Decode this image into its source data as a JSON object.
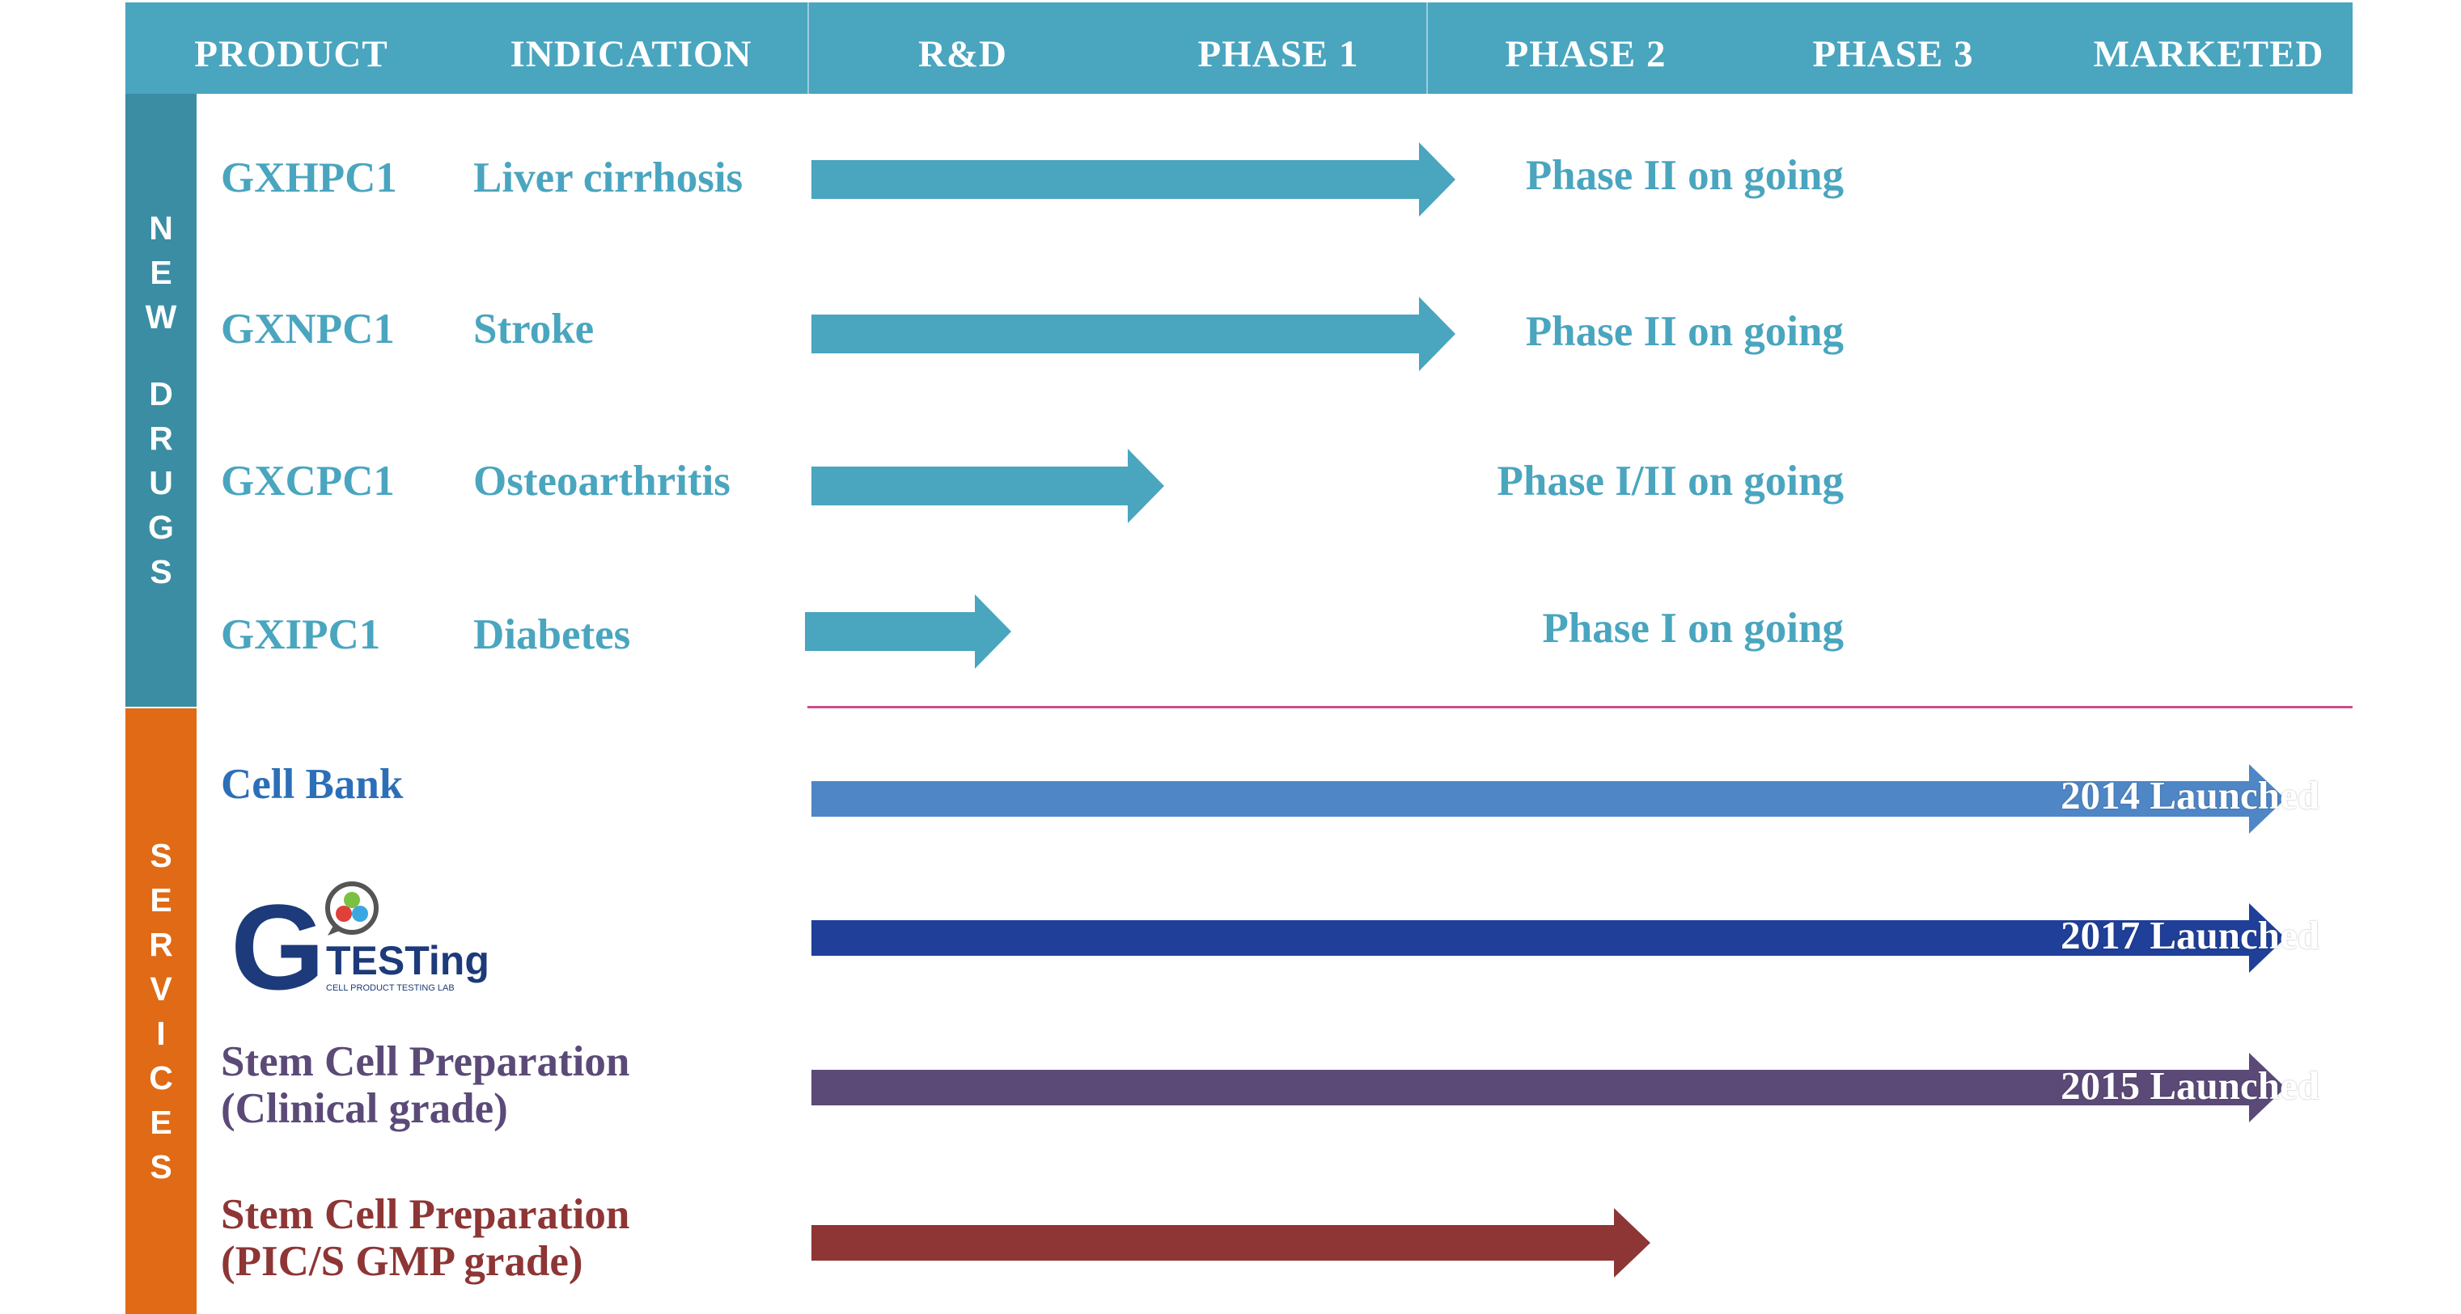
{
  "header": {
    "columns": [
      "PRODUCT",
      "INDICATION",
      "R&D",
      "PHASE 1",
      "PHASE 2",
      "PHASE 3",
      "MARKETED"
    ]
  },
  "sections": {
    "new_drugs": {
      "label_lines": [
        "N",
        "E",
        "W",
        "",
        "D",
        "R",
        "U",
        "G",
        "S"
      ],
      "color": "#3a8da3"
    },
    "services": {
      "label_lines": [
        "S",
        "E",
        "R",
        "V",
        "I",
        "C",
        "E",
        "S"
      ],
      "color": "#e06a15"
    }
  },
  "new_drugs": [
    {
      "product": "GXHPC1",
      "indication": "Liver cirrhosis",
      "status": "Phase II on going",
      "progress_stage": 1.9
    },
    {
      "product": "GXNPC1",
      "indication": "Stroke",
      "status": "Phase II on going",
      "progress_stage": 1.9
    },
    {
      "product": "GXCPC1",
      "indication": "Osteoarthritis",
      "status": "Phase I/II on going",
      "progress_stage": 1.3
    },
    {
      "product": "GXIPC1",
      "indication": "Diabetes",
      "status": "Phase I on going",
      "progress_stage": 1.0
    }
  ],
  "services": [
    {
      "name_lines": [
        "Cell Bank"
      ],
      "arrow_label": "2014 Launched",
      "color": "#4f86c6",
      "text_color": "#2c6fb8",
      "progress_stage": 4.6
    },
    {
      "logo": {
        "text": "TESTing",
        "subtext": "CELL PRODUCT TESTING LAB",
        "letter": "G"
      },
      "arrow_label": "2017 Launched",
      "color": "#1f3f99",
      "progress_stage": 4.6
    },
    {
      "name_lines": [
        "Stem Cell Preparation",
        "(Clinical grade)"
      ],
      "arrow_label": "2015 Launched",
      "color": "#5b4a78",
      "text_color": "#5b4a78",
      "progress_stage": 4.6
    },
    {
      "name_lines": [
        "Stem Cell Preparation",
        "(PIC/S GMP  grade)"
      ],
      "arrow_label": "",
      "color": "#8e3535",
      "text_color": "#8e3535",
      "progress_stage": 2.6
    }
  ],
  "colors": {
    "header": "#4aa5bf",
    "drug_arrow": "#4aa5bf",
    "divider": "#c8508a"
  }
}
